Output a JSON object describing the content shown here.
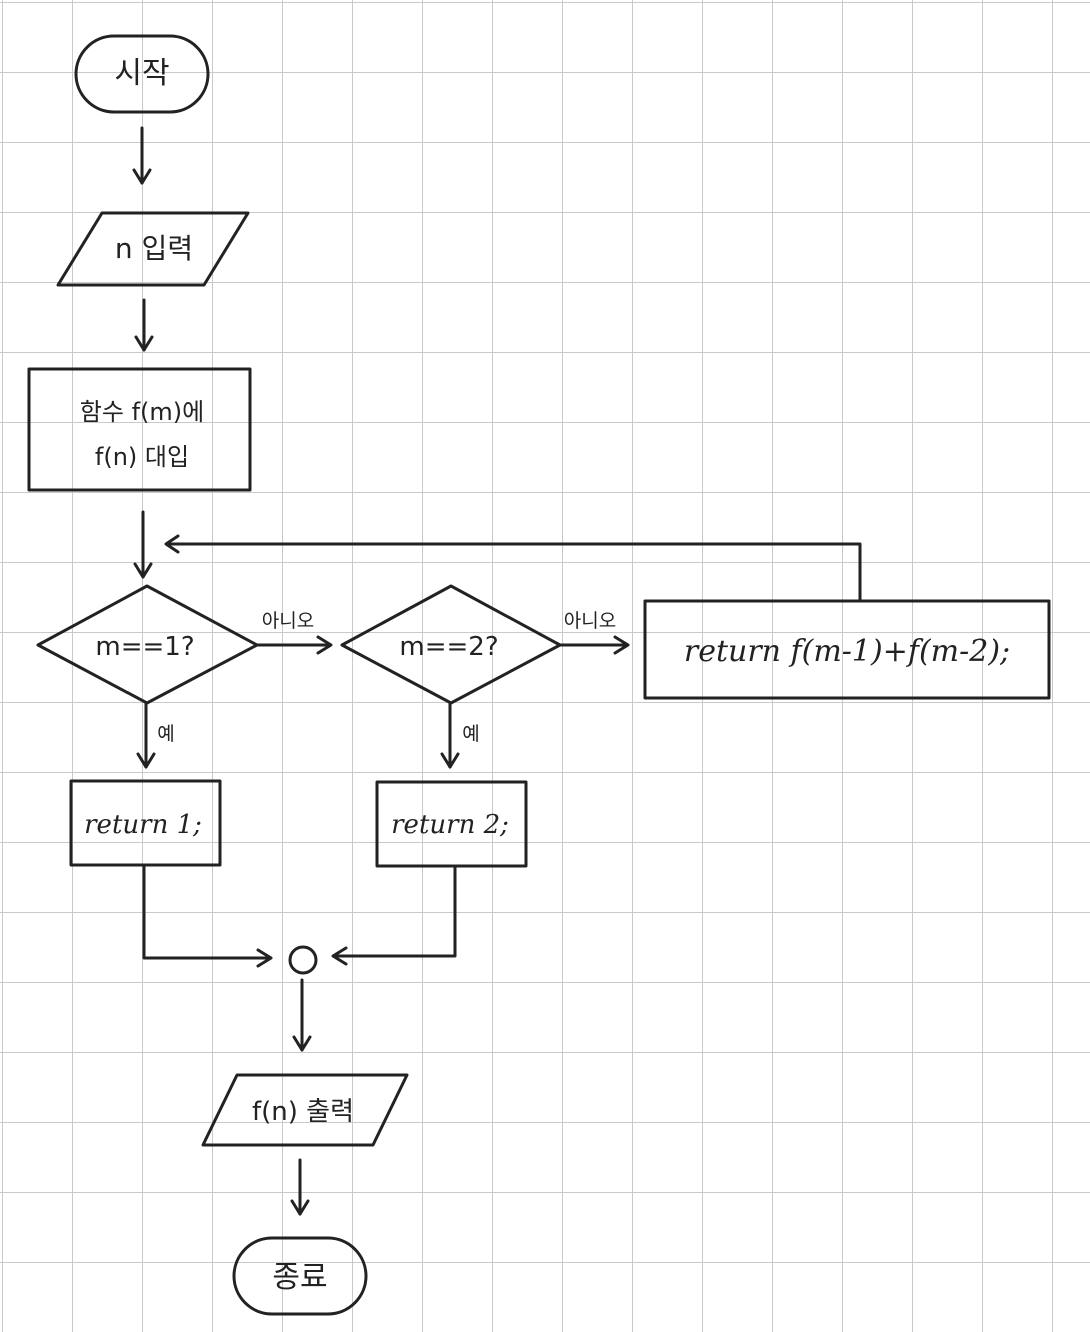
{
  "flowchart": {
    "start_label": "시작",
    "input_label": "n 입력",
    "process_line1": "함수 f(m)에",
    "process_line2": "f(n) 대입",
    "decision1_label": "m==1?",
    "decision2_label": "m==2?",
    "no_label_1": "아니오",
    "no_label_2": "아니오",
    "yes_label_1": "예",
    "yes_label_2": "예",
    "return1_label": "return 1;",
    "return2_label": "return 2;",
    "recursive_label": "return f(m-1)+f(m-2);",
    "output_label": "f(n) 출력",
    "end_label": "종료"
  },
  "colors": {
    "stroke": "#222222",
    "grid": "#c9c9c9",
    "background": "#ffffff"
  }
}
